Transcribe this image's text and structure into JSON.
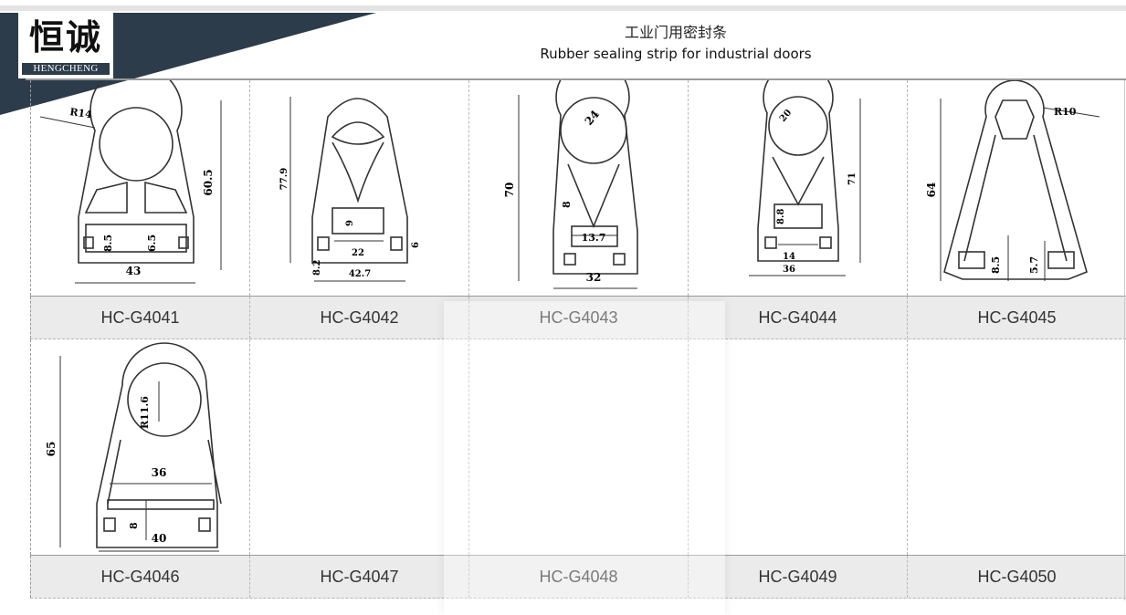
{
  "header": {
    "logo_chinese": "恒诚",
    "logo_english": "HENGCHENG",
    "title_chinese": "工业门用密封条",
    "title_english": "Rubber sealing strip for  industrial doors"
  },
  "products": [
    {
      "code": "HC-G4041",
      "dims": {
        "radius": "R14",
        "height": "60.5",
        "width": "43",
        "d1": "8.5",
        "d2": "6.5"
      }
    },
    {
      "code": "HC-G4042",
      "dims": {
        "height": "77.9",
        "width": "42.7",
        "inner": "22",
        "d1": "9",
        "d2": "6",
        "d3": "8.2"
      }
    },
    {
      "code": "HC-G4043",
      "dims": {
        "height": "70",
        "width": "32",
        "diameter": "24",
        "inner": "13.7",
        "d1": "8"
      }
    },
    {
      "code": "HC-G4044",
      "dims": {
        "height": "71",
        "width": "36",
        "diameter": "20",
        "inner": "14",
        "d1": "8.8"
      }
    },
    {
      "code": "HC-G4045",
      "dims": {
        "radius": "R10",
        "height": "64",
        "d1": "8.5",
        "d2": "5.7"
      }
    },
    {
      "code": "HC-G4046",
      "dims": {
        "radius": "R11.6",
        "height": "65",
        "width": "36",
        "d1": "8",
        "d2": "40"
      }
    },
    {
      "code": "HC-G4047"
    },
    {
      "code": "HC-G4048"
    },
    {
      "code": "HC-G4049"
    },
    {
      "code": "HC-G4050"
    }
  ],
  "colors": {
    "banner": "#2d3c4a",
    "label_bg": "#ebebeb"
  }
}
